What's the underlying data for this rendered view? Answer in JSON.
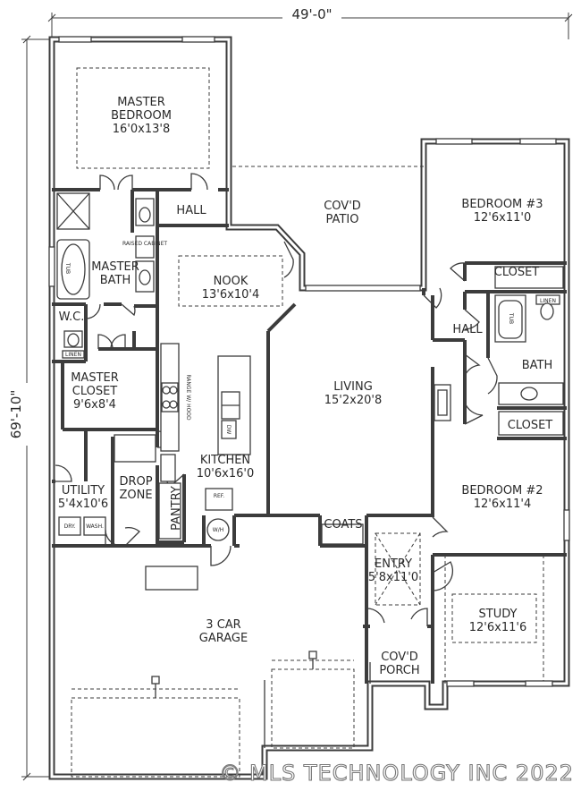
{
  "dimensions": {
    "width": "49'-0\"",
    "depth": "69'-10\""
  },
  "rooms": {
    "master_bedroom": {
      "name_line1": "MASTER",
      "name_line2": "BEDROOM",
      "size": "16'0x13'8"
    },
    "hall_1": {
      "name": "HALL"
    },
    "covd_patio": {
      "name_line1": "COV'D",
      "name_line2": "PATIO"
    },
    "bedroom_3": {
      "name": "BEDROOM #3",
      "size": "12'6x11'0"
    },
    "master_bath": {
      "name_line1": "MASTER",
      "name_line2": "BATH"
    },
    "nook": {
      "name": "NOOK",
      "size": "13'6x10'4"
    },
    "closet_1": {
      "name": "CLOSET"
    },
    "wc": {
      "name": "W.C."
    },
    "hall_2": {
      "name": "HALL"
    },
    "bath": {
      "name": "BATH"
    },
    "living": {
      "name": "LIVING",
      "size": "15'2x20'8"
    },
    "master_closet": {
      "name_line1": "MASTER",
      "name_line2": "CLOSET",
      "size": "9'6x8'4"
    },
    "closet_2": {
      "name": "CLOSET"
    },
    "kitchen": {
      "name": "KITCHEN",
      "size": "10'6x16'0"
    },
    "utility": {
      "name": "UTILITY",
      "size": "5'4x10'6"
    },
    "drop_zone": {
      "name_line1": "DROP",
      "name_line2": "ZONE"
    },
    "pantry": {
      "name": "PANTRY"
    },
    "bedroom_2": {
      "name": "BEDROOM #2",
      "size": "12'6x11'4"
    },
    "coats": {
      "name": "COATS"
    },
    "entry": {
      "name": "ENTRY",
      "size": "5'8x11'0"
    },
    "study": {
      "name": "STUDY",
      "size": "12'6x11'6"
    },
    "garage": {
      "name_line1": "3 CAR",
      "name_line2": "GARAGE"
    },
    "covd_porch": {
      "name_line1": "COV'D",
      "name_line2": "PORCH"
    }
  },
  "fixtures": {
    "linen_1": "LINEN",
    "linen_2": "LINEN",
    "raised_cabinet": "RAISED CABINET",
    "tub_label": "TUB",
    "ref": "REF.",
    "dw": "DW",
    "range": "RANGE W/ HOOD",
    "dry": "DRY.",
    "wash": "WASH.",
    "wh": "W/H"
  },
  "watermark": "© MLS TECHNOLOGY INC 2022",
  "colors": {
    "line": "#3c3c3c",
    "background": "#ffffff"
  }
}
